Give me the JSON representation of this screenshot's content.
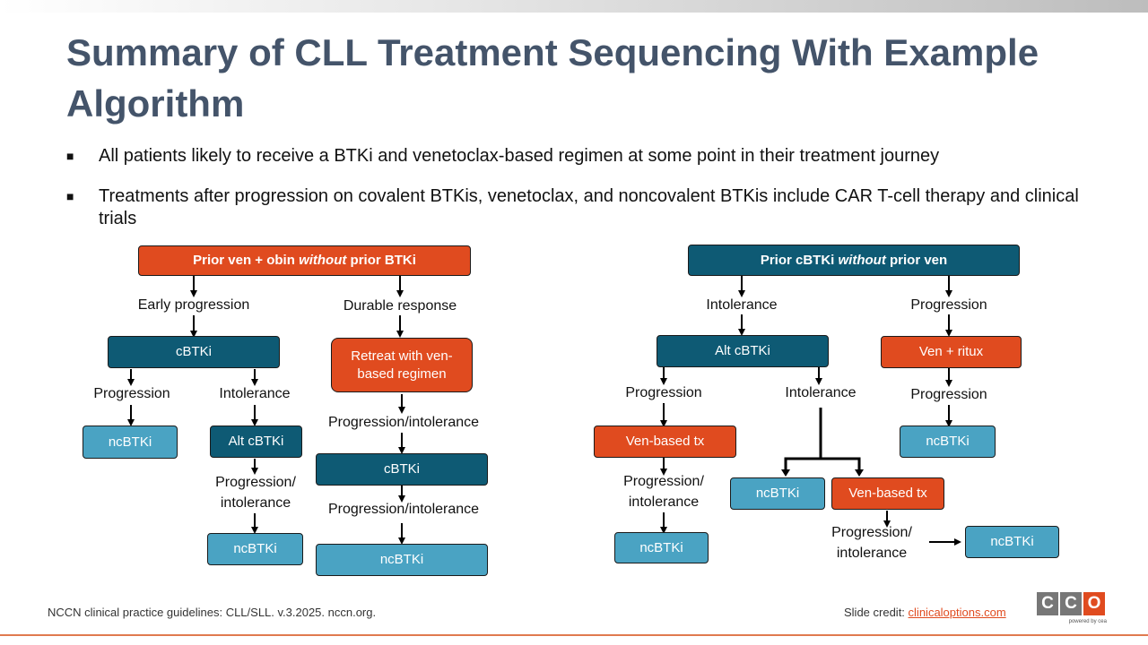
{
  "title": "Summary of CLL Treatment Sequencing With Example Algorithm",
  "bullets": [
    "All patients likely to receive a BTKi and venetoclax-based regimen at some point in their treatment journey",
    "Treatments after progression on covalent BTKis, venetoclax, and noncovalent BTKis include CAR T-cell therapy and clinical trials"
  ],
  "left": {
    "header": {
      "pre": "Prior ven + obin ",
      "em": "without",
      "post": " prior BTKi"
    },
    "early_progression": "Early progression",
    "durable_response": "Durable response",
    "cbtki": "cBTKi",
    "retreat": "Retreat with ven-based regimen",
    "progression": "Progression",
    "intolerance": "Intolerance",
    "prog_intol": "Progression/intolerance",
    "ncbtki_a": "ncBTKi",
    "alt_cbtki": "Alt cBTKi",
    "prog_intol_split": "Progression/ intolerance",
    "ncbtki_b": "ncBTKi",
    "cbtki_2": "cBTKi",
    "prog_intol_2": "Progression/intolerance",
    "ncbtki_c": "ncBTKi"
  },
  "right": {
    "header": {
      "pre": "Prior cBTKi ",
      "em": "without",
      "post": " prior ven"
    },
    "intolerance": "Intolerance",
    "progression": "Progression",
    "alt_cbtki": "Alt cBTKi",
    "ven_ritux": "Ven + ritux",
    "progression_2": "Progression",
    "intolerance_2": "Intolerance",
    "progression_3": "Progression",
    "ven_based_a": "Ven-based tx",
    "ncbtki_a": "ncBTKi",
    "prog_intol_a": "Progression/ intolerance",
    "ncbtki_b": "ncBTKi",
    "ncbtki_c": "ncBTKi",
    "ven_based_b": "Ven-based tx",
    "prog_intol_b": "Progression/ intolerance",
    "ncbtki_d": "ncBTKi"
  },
  "footer": "NCCN clinical practice guidelines: CLL/SLL. v.3.2025. nccn.org.",
  "credit_label": "Slide credit: ",
  "credit_link": "clinicaloptions.com",
  "logo": {
    "letters": [
      "C",
      "C",
      "O"
    ],
    "tagline": "powered by cea",
    "colors": {
      "gray": "#777777",
      "orange": "#e04b1f"
    }
  },
  "colors": {
    "orange": "#e04b1f",
    "dark_teal": "#0e5a74",
    "light_teal": "#4aa3c3",
    "title": "#44546a"
  }
}
